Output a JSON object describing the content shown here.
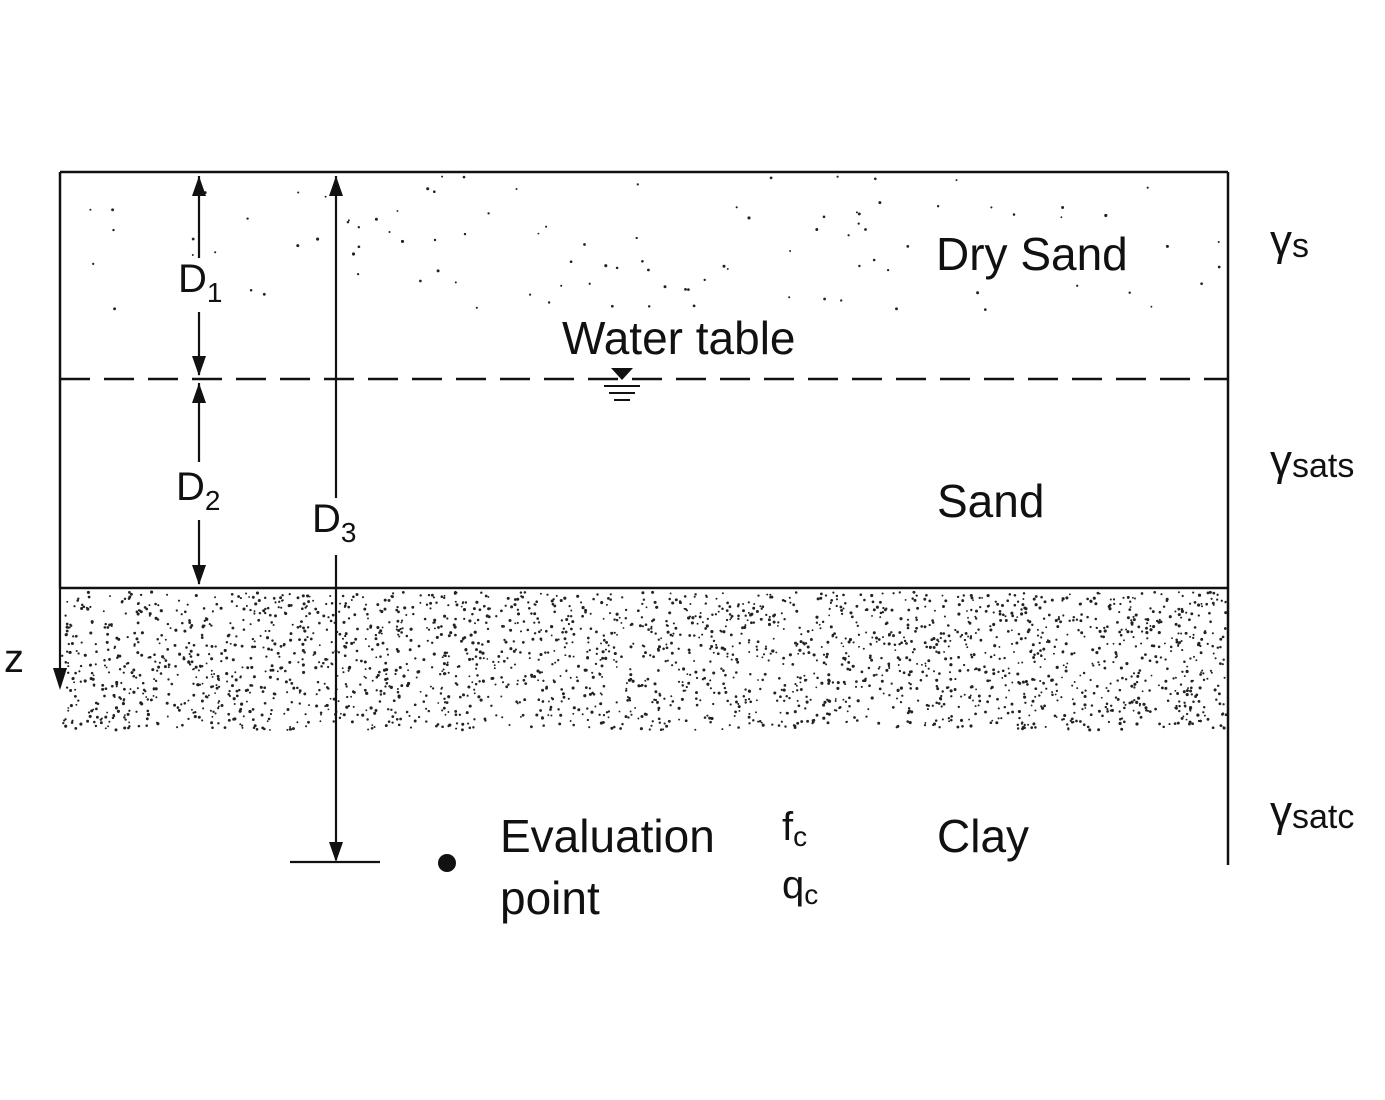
{
  "layers": {
    "dry_sand": "Dry Sand",
    "sand": "Sand",
    "clay": "Clay"
  },
  "water_table": "Water table",
  "dimensions": {
    "d1": {
      "main": "D",
      "sub": "1"
    },
    "d2": {
      "main": "D",
      "sub": "2"
    },
    "d3": {
      "main": "D",
      "sub": "3"
    }
  },
  "unit_weights": {
    "dry_sand": {
      "main": "γ",
      "sub": "s"
    },
    "sand": {
      "main": "γ",
      "sub": "sats"
    },
    "clay": {
      "main": "γ",
      "sub": "satc"
    }
  },
  "depth_axis": "z",
  "evaluation_point": {
    "line1": "Evaluation",
    "line2": "point"
  },
  "measurements": {
    "fc": {
      "main": "f",
      "sub": "c"
    },
    "qc": {
      "main": "q",
      "sub": "c"
    }
  },
  "colors": {
    "line": "#111111",
    "background": "#ffffff"
  }
}
